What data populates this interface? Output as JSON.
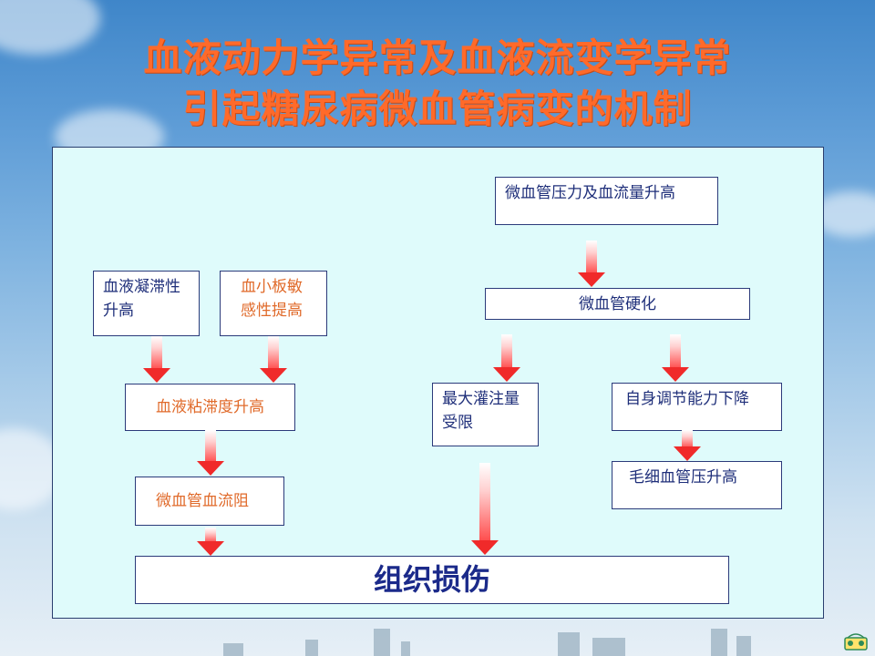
{
  "title": {
    "line1": "血液动力学异常及血液流变学异常",
    "line2": "引起糖尿病微血管病变的机制"
  },
  "diagram": {
    "boxes": {
      "pressure_flow": "微血管压力及血流量升高",
      "blood_stasis": "血液凝滞性升高",
      "platelet": "血小板敏感性提高",
      "hardening": "微血管硬化",
      "viscosity": "血液粘滞度升高",
      "max_perfusion": "最大灌注量受限",
      "self_regulation": "自身调节能力下降",
      "capillary_pressure": "毛细血管压升高",
      "micro_resistance": "微血管血流阻",
      "tissue_damage": "组织损伤"
    }
  }
}
